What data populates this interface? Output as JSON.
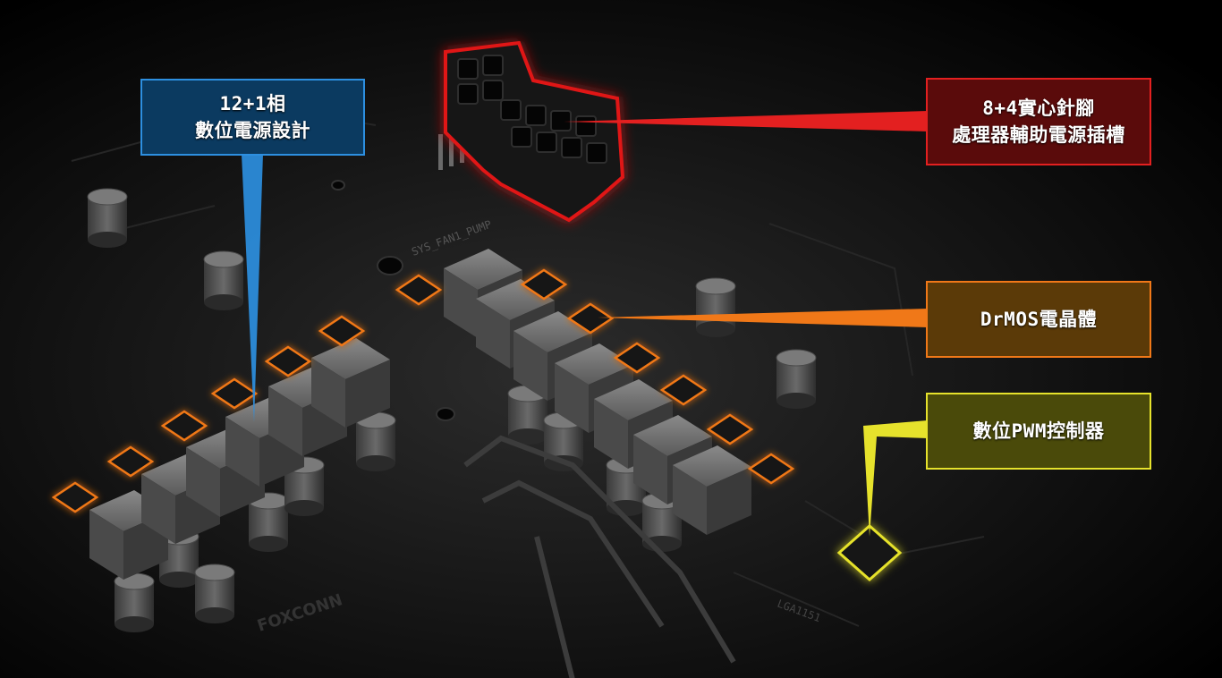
{
  "callouts": {
    "vrm": {
      "line1": "12+1相",
      "line2": "數位電源設計",
      "color": "#2d8fe0"
    },
    "connector": {
      "line1": "8+4實心針腳",
      "line2": "處理器輔助電源插槽",
      "color": "#e32020"
    },
    "drmos": {
      "label": "DrMOS電晶體",
      "color": "#f07818"
    },
    "pwm": {
      "label": "數位PWM控制器",
      "color": "#e6e22c"
    }
  },
  "board_silkscreen": {
    "fan_header": "SYS_FAN1_PUMP",
    "socket": "LGA1151",
    "brand": "FOXCONN"
  }
}
